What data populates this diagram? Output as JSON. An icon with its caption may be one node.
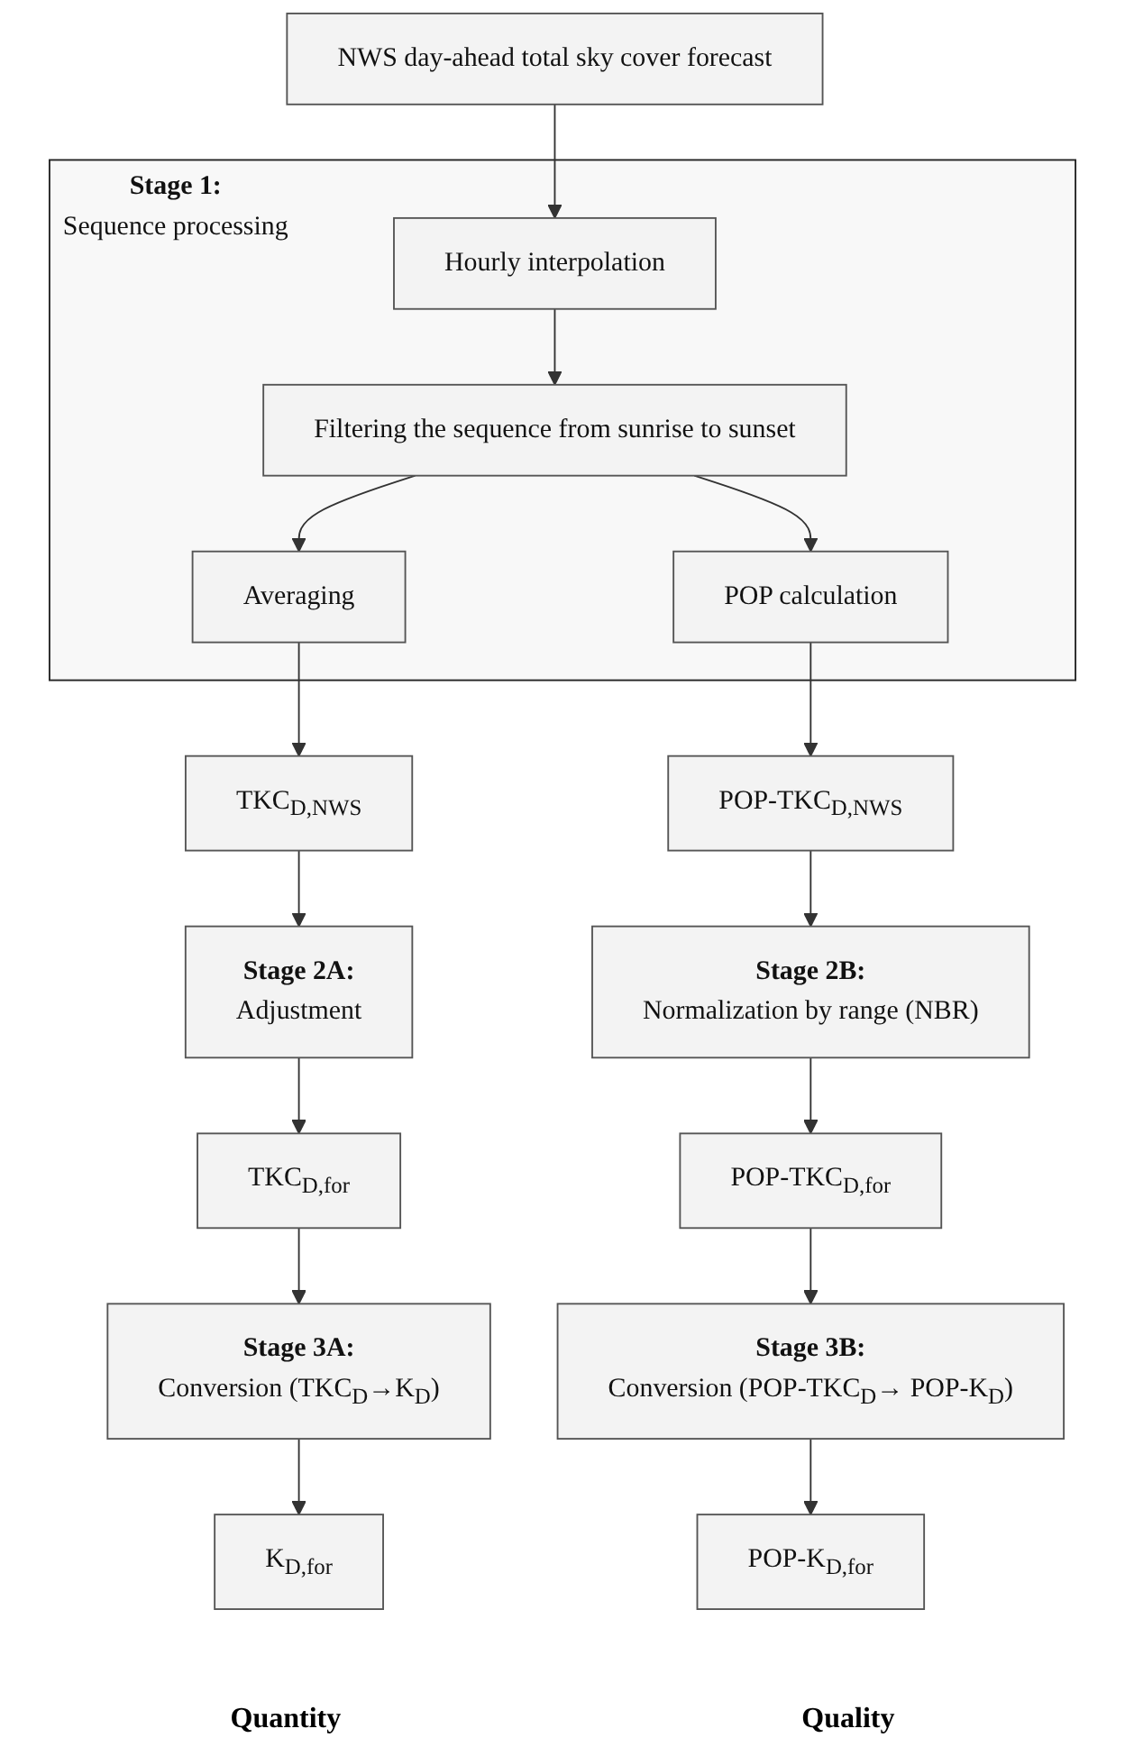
{
  "diagram": {
    "nodes": [
      {
        "text": [
          "NWS day-ahead total sky cover forecast"
        ]
      },
      {
        "text": [
          "Stage 1:",
          "Sequence processing"
        ]
      },
      {
        "text": [
          "Hourly interpolation"
        ],
        "in": 1
      },
      {
        "text": [
          "Filtering the sequence from sunrise to sunset"
        ],
        "in": 1
      },
      {
        "text": [
          "Averaging"
        ],
        "in": 1
      },
      {
        "text": [
          "POP calculation"
        ],
        "in": 1
      },
      {
        "text": [
          "TKC$_{D,NWS}$"
        ]
      },
      {
        "text": [
          "POP-TKC$_{D,NWS}$"
        ]
      },
      {
        "text": [
          "Stage 2A:",
          "Adjustment"
        ]
      },
      {
        "text": [
          "Stage 2B:",
          "Normalization by range (NBR)"
        ]
      },
      {
        "text": [
          "TKC$_{D,for}$"
        ]
      },
      {
        "text": [
          "POP-TKC$_{D,for}$"
        ]
      },
      {
        "text": [
          "Stage 3A:",
          "Conversion (TKC$_{D}$→K$_{D}$)"
        ]
      },
      {
        "text": [
          "Stage 3B:",
          "Conversion (POP-TKC$_{D}$→ POP-K$_{D}$)"
        ]
      },
      {
        "text": [
          "K$_{D,for}$"
        ]
      },
      {
        "text": [
          "POP-K$_{D,for}$"
        ]
      }
    ],
    "edges": [
      {
        "from": 0,
        "to": 2,
        "arrow": "to"
      },
      {
        "from": 2,
        "to": 3,
        "arrow": "to"
      },
      {
        "from": 3,
        "to": 4,
        "arrow": "to"
      },
      {
        "from": 3,
        "to": 5,
        "arrow": "to"
      },
      {
        "from": 4,
        "to": 6,
        "arrow": "to"
      },
      {
        "from": 5,
        "to": 7,
        "arrow": "to"
      },
      {
        "from": 6,
        "to": 8,
        "arrow": "to"
      },
      {
        "from": 7,
        "to": 9,
        "arrow": "to"
      },
      {
        "from": 8,
        "to": 10,
        "arrow": "to"
      },
      {
        "from": 9,
        "to": 11,
        "arrow": "to"
      },
      {
        "from": 10,
        "to": 12,
        "arrow": "to"
      },
      {
        "from": 11,
        "to": 13,
        "arrow": "to"
      },
      {
        "from": 12,
        "to": 14,
        "arrow": "to"
      },
      {
        "from": 13,
        "to": 15,
        "arrow": "to"
      }
    ],
    "labels": [
      "Quantity",
      "Quality"
    ]
  }
}
